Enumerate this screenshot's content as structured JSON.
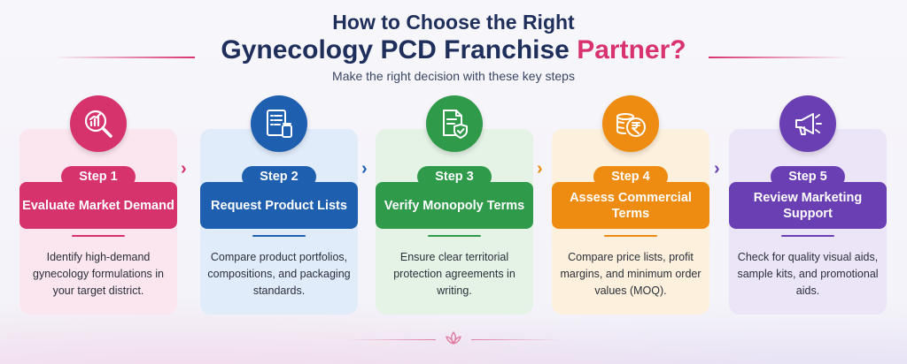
{
  "header": {
    "title_line1": "How to Choose the Right",
    "title_line2_main": "Gynecology PCD Franchise",
    "title_line2_accent": "Partner?",
    "subtitle": "Make the right decision with these key steps"
  },
  "steps": [
    {
      "step_label": "Step 1",
      "title": "Evaluate Market Demand",
      "description": "Identify high-demand gynecology formulations in your target district.",
      "icon": "market-analysis-icon",
      "color": "#d6336c",
      "card_bg": "#fbe5ee"
    },
    {
      "step_label": "Step 2",
      "title": "Request Product Lists",
      "description": "Compare product portfolios, compositions, and packaging standards.",
      "icon": "product-list-icon",
      "color": "#1f5fb0",
      "card_bg": "#e1ecfa"
    },
    {
      "step_label": "Step 3",
      "title": "Verify Monopoly Terms",
      "description": "Ensure clear territorial protection agreements in writing.",
      "icon": "verified-document-icon",
      "color": "#2e9a4a",
      "card_bg": "#e4f3e6"
    },
    {
      "step_label": "Step 4",
      "title": "Assess Commercial Terms",
      "description": "Compare price lists, profit margins, and minimum order values (MOQ).",
      "icon": "rupee-coins-icon",
      "color": "#ee8c12",
      "card_bg": "#fdf0dc"
    },
    {
      "step_label": "Step 5",
      "title": "Review Marketing Support",
      "description": "Check for quality visual aids, sample kits, and promotional aids.",
      "icon": "megaphone-icon",
      "color": "#6b3fb4",
      "card_bg": "#ece5f7"
    }
  ],
  "arrow_glyph": "›"
}
